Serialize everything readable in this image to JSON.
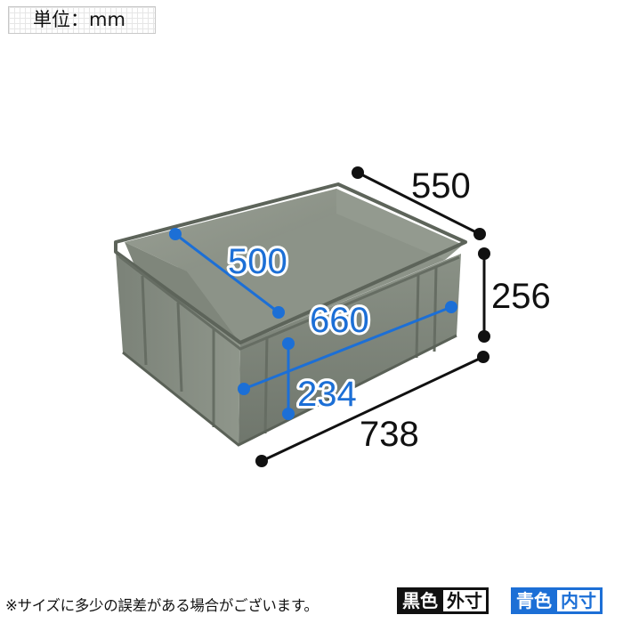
{
  "unit_label": "単位：mm",
  "dimensions": {
    "outer_depth": "550",
    "outer_height": "256",
    "outer_width": "738",
    "inner_depth": "500",
    "inner_width": "660",
    "inner_height": "234"
  },
  "colors": {
    "outer": "#111111",
    "inner": "#1c6fd6",
    "box": "#7d8579"
  },
  "note": "※サイズに多少の誤差がある場合がございます。",
  "legend": {
    "black_color": "黒色",
    "black_kind": "外寸",
    "blue_color": "青色",
    "blue_kind": "内寸"
  }
}
